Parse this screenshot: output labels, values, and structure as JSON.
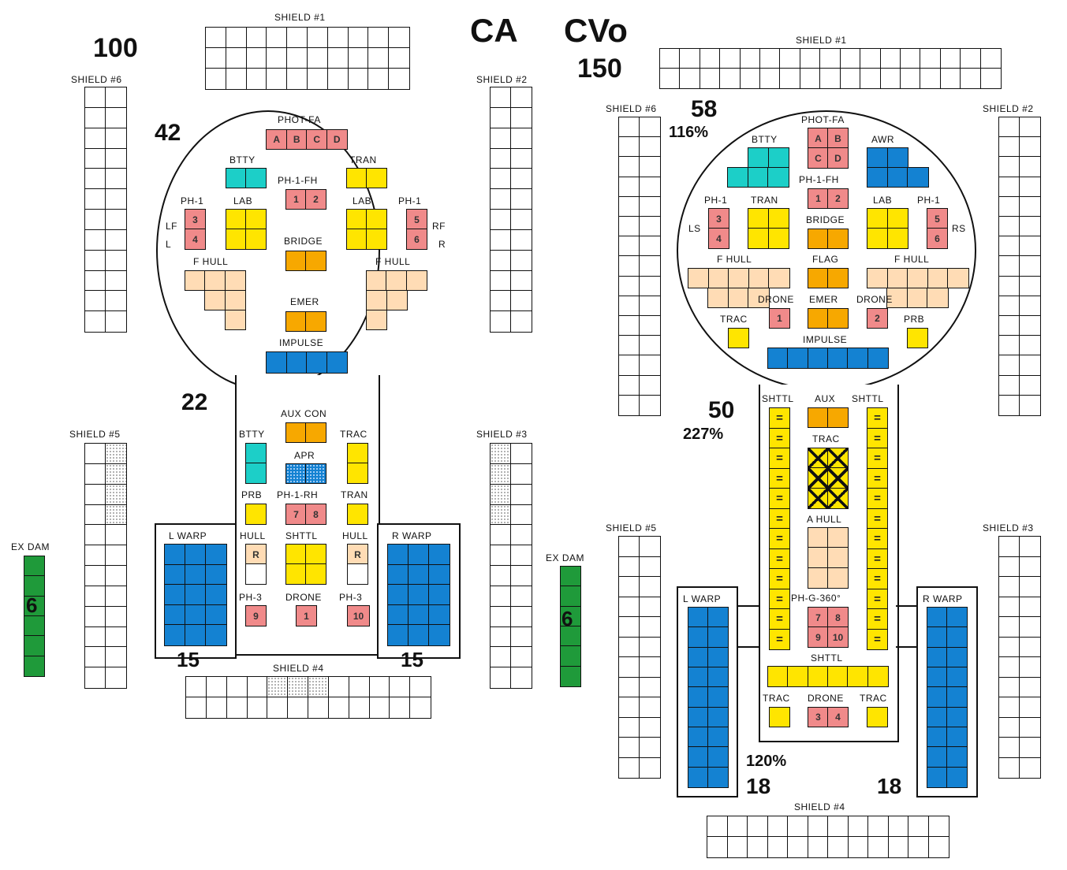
{
  "colors": {
    "weapon": "#f08a8a",
    "battery": "#1ccfc8",
    "transporter": "#ffe500",
    "control": "#f7a800",
    "hull": "#ffdcb5",
    "power": "#1482d2",
    "excess": "#1f9a3a"
  },
  "icons": {
    "ship_diagram": "ssd-schematic"
  },
  "left": {
    "title": "CA",
    "shield_total": "100",
    "shields": {
      "s1": "SHIELD #1",
      "s2": "SHIELD #2",
      "s3": "SHIELD #3",
      "s4": "SHIELD #4",
      "s5": "SHIELD #5",
      "s6": "SHIELD #6"
    },
    "saucer_total": "42",
    "hull_total": "22",
    "lwarp_total": "15",
    "rwarp_total": "15",
    "exdam_label": "EX DAM",
    "exdam_total": "6",
    "labels": {
      "phot": "PHOT-FA",
      "btty": "BTTY",
      "tran": "TRAN",
      "ph1fh": "PH-1-FH",
      "lab_l": "LAB",
      "lab_r": "LAB",
      "ph1_l": "PH-1",
      "ph1_r": "PH-1",
      "lf": "LF",
      "l": "L",
      "rf": "RF",
      "r": "R",
      "bridge": "BRIDGE",
      "fhull_l": "F HULL",
      "fhull_r": "F HULL",
      "emer": "EMER",
      "impulse": "IMPULSE",
      "auxcon": "AUX CON",
      "btty2": "BTTY",
      "trac": "TRAC",
      "apr": "APR",
      "prb": "PRB",
      "ph1rh": "PH-1-RH",
      "tran2": "TRAN",
      "hull_l": "HULL",
      "shttl": "SHTTL",
      "hull_r": "HULL",
      "ph3_l": "PH-3",
      "drone": "DRONE",
      "ph3_r": "PH-3",
      "lwarp": "L WARP",
      "rwarp": "R WARP"
    },
    "phot_boxes": [
      "A",
      "B",
      "C",
      "D"
    ],
    "ph1fh_boxes": [
      "1",
      "2"
    ],
    "ph1l_boxes": [
      "3",
      "4"
    ],
    "ph1r_boxes": [
      "5",
      "6"
    ],
    "ph1rh_boxes": [
      "7",
      "8"
    ],
    "hull_boxes": [
      "R",
      "R"
    ],
    "ph3_boxes": [
      "9",
      "1",
      "10"
    ]
  },
  "right": {
    "title": "CVo",
    "shield_total": "150",
    "shields": {
      "s1": "SHIELD #1",
      "s2": "SHIELD #2",
      "s3": "SHIELD #3",
      "s4": "SHIELD #4",
      "s5": "SHIELD #5",
      "s6": "SHIELD #6"
    },
    "saucer_total": "58",
    "saucer_pct": "116%",
    "hull_total": "50",
    "hull_pct": "227%",
    "warp_pct": "120%",
    "lwarp_total": "18",
    "rwarp_total": "18",
    "exdam_label": "EX DAM",
    "exdam_total": "6",
    "labels": {
      "phot": "PHOT-FA",
      "btty": "BTTY",
      "awr": "AWR",
      "ph1fh": "PH-1-FH",
      "ph1_l": "PH-1",
      "tran": "TRAN",
      "bridge": "BRIDGE",
      "lab": "LAB",
      "ph1_r": "PH-1",
      "ls": "LS",
      "rs": "RS",
      "fhull_l": "F HULL",
      "flag": "FLAG",
      "fhull_r": "F HULL",
      "drone_l": "DRONE",
      "emer": "EMER",
      "drone_r": "DRONE",
      "trac_l": "TRAC",
      "prb": "PRB",
      "impulse": "IMPULSE",
      "shttl_l": "SHTTL",
      "aux": "AUX",
      "shttl_r": "SHTTL",
      "trac": "TRAC",
      "ahull": "A HULL",
      "phg": "PH-G-360°",
      "shttl_b": "SHTTL",
      "trac_b1": "TRAC",
      "drone_b": "DRONE",
      "trac_b2": "TRAC",
      "lwarp": "L WARP",
      "rwarp": "R WARP"
    },
    "phot_boxes": [
      "A",
      "B",
      "C",
      "D"
    ],
    "ph1fh_boxes": [
      "1",
      "2"
    ],
    "ph1l_boxes": [
      "3",
      "4"
    ],
    "ph1r_boxes": [
      "5",
      "6"
    ],
    "drone_l_box": "1",
    "drone_r_box": "2",
    "phg_boxes": [
      "7",
      "8",
      "9",
      "10"
    ],
    "drone_b_boxes": [
      "3",
      "4"
    ],
    "shttl_symbol": "="
  }
}
